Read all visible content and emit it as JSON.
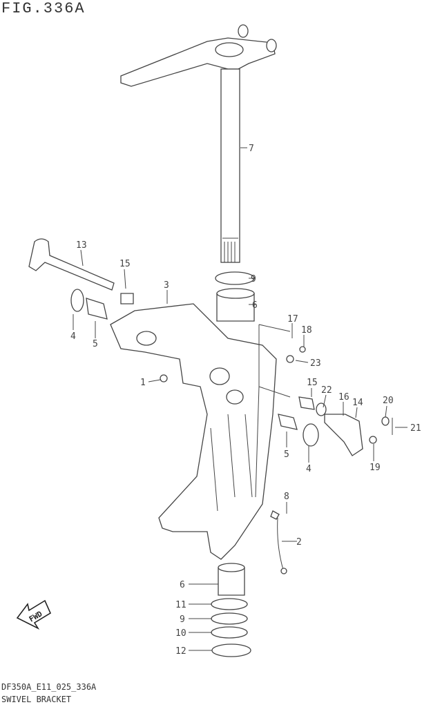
{
  "figure": {
    "title": "FIG.336A",
    "code": "DF350A_E11_025_336A",
    "name": "SWIVEL BRACKET"
  },
  "fwd_label": "FWD",
  "callouts": [
    "7",
    "13",
    "15",
    "3",
    "9",
    "6",
    "4",
    "5",
    "17",
    "18",
    "23",
    "1",
    "15",
    "22",
    "16",
    "14",
    "20",
    "21",
    "5",
    "4",
    "19",
    "8",
    "2",
    "6",
    "11",
    "9",
    "10",
    "12"
  ]
}
